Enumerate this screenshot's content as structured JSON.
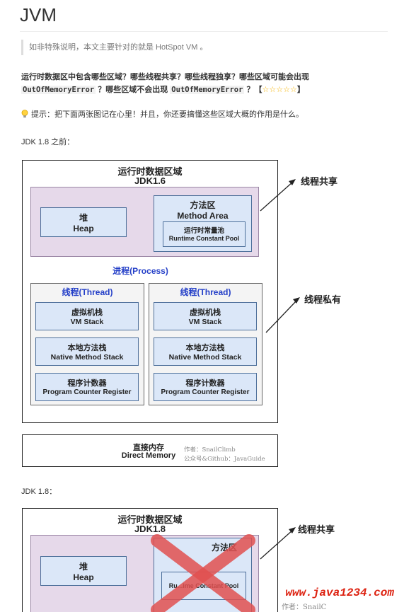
{
  "doc": {
    "title": "JVM",
    "note": "如非特殊说明，本文主要针对的就是 HotSpot VM 。",
    "question": {
      "part1": "运行时数据区中包含哪些区域？哪些线程共享？哪些线程独享？哪些区域可能会出现 ",
      "code1": "OutOfMemoryError",
      "part2": " ？哪些区域不会出现 ",
      "code2": "OutOfMemoryError",
      "part3": " ？【",
      "stars": "☆☆☆☆☆",
      "part4": "】"
    },
    "tip": "提示：把下面两张图记在心里！并且，你还要搞懂这些区域大概的作用是什么。",
    "label_before": "JDK 1.8 之前：",
    "label_after": "JDK 1.8："
  },
  "diagram1": {
    "title": "运行时数据区域",
    "subtitle": "JDK1.6",
    "heap_cn": "堆",
    "heap_en": "Heap",
    "method_cn": "方法区",
    "method_en": "Method Area",
    "pool_cn": "运行时常量池",
    "pool_en": "Runtime Constant Pool",
    "process": "进程(Process)",
    "thread": "线程(Thread)",
    "vm_cn": "虚拟机栈",
    "vm_en": "VM Stack",
    "native_cn": "本地方法栈",
    "native_en": "Native Method Stack",
    "pc_cn": "程序计数器",
    "pc_en": "Program Counter Register",
    "shared": "线程共享",
    "private": "线程私有",
    "direct_cn": "直接内存",
    "direct_en": "Direct Memory",
    "author": "作者：SnailClimb",
    "account": "公众号&Github：JavaGuide"
  },
  "diagram2": {
    "title": "运行时数据区域",
    "subtitle": "JDK1.8",
    "heap_cn": "堆",
    "heap_en": "Heap",
    "method_cn": "方法区",
    "pool_partial": "Ru...ime Constant Pool",
    "shared": "线程共享",
    "author_partial": "作者：SnailC"
  },
  "watermark": "www.java1234.com",
  "colors": {
    "heap_region": "#e6d9ea",
    "box_fill": "#dbe7f8",
    "box_border": "#4d6f9a",
    "thread_text": "#2540c8",
    "cross": "#e05050",
    "watermark": "#dd2211"
  }
}
